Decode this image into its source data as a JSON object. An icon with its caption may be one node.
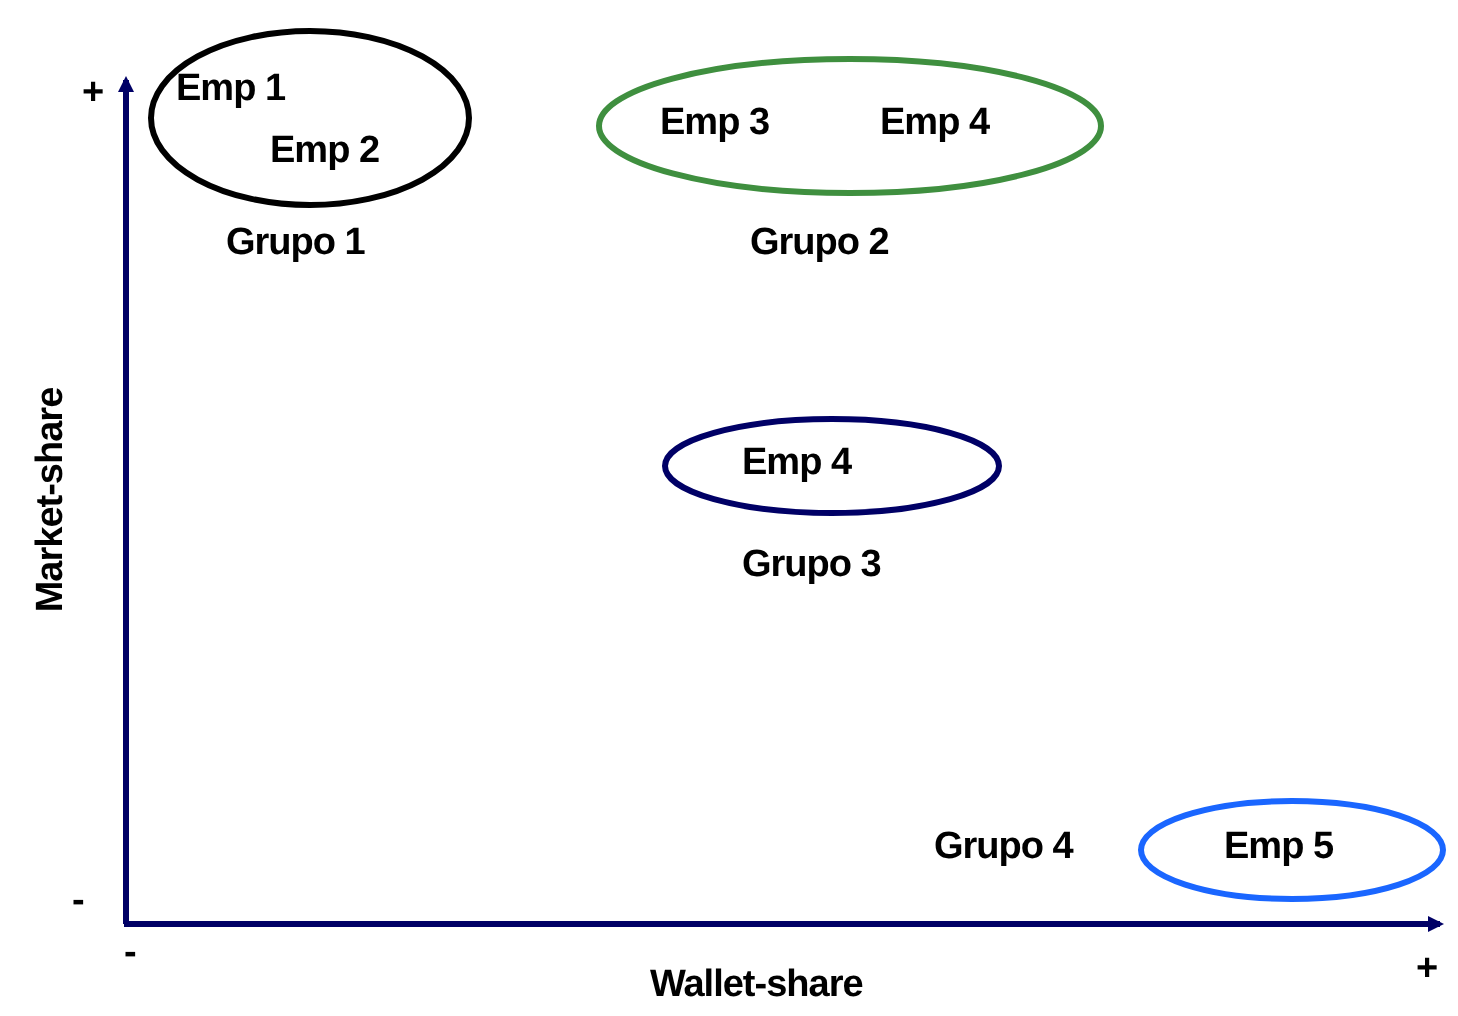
{
  "diagram": {
    "nodes": [
      {
        "text": [
          "Emp 1",
          "Emp 2"
        ],
        "beside": [
          "Grupo 1"
        ]
      },
      {
        "text": [
          "Emp 3",
          "Emp 4"
        ],
        "beside": [
          "Grupo 2"
        ]
      },
      {
        "text": [
          "Emp 4"
        ],
        "beside": [
          "Grupo 3"
        ]
      },
      {
        "text": [
          "Emp 5"
        ],
        "beside": [
          "Grupo 4"
        ]
      }
    ],
    "labels": [
      "+",
      "Market-share",
      "-",
      "-",
      "Wallet-share",
      "+"
    ]
  }
}
